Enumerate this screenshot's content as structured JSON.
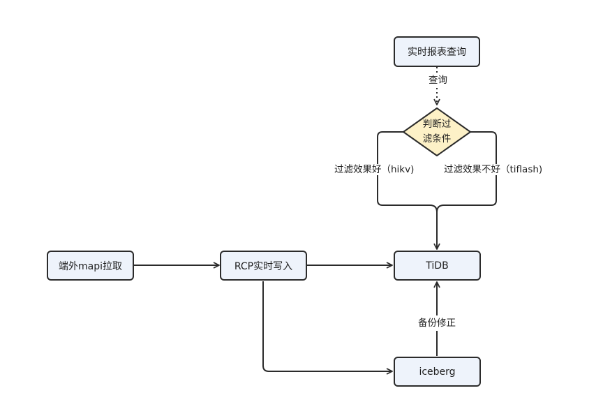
{
  "nodes": {
    "realtime_report_query": "实时报表查询",
    "external_mapi_pull": "端外mapi拉取",
    "rcp_realtime_write": "RCP实时写入",
    "tidb": "TiDB",
    "iceberg": "iceberg"
  },
  "decision": {
    "line1": "判断过",
    "line2": "滤条件"
  },
  "edge_labels": {
    "query": "查询",
    "filter_good": "过滤效果好（hikv)",
    "filter_bad": "过滤效果不好（tiflash)",
    "backup_fix": "备份修正"
  },
  "colors": {
    "node_fill": "#eef3fb",
    "decision_fill": "#fdf1c7",
    "stroke": "#2b2b2b"
  }
}
